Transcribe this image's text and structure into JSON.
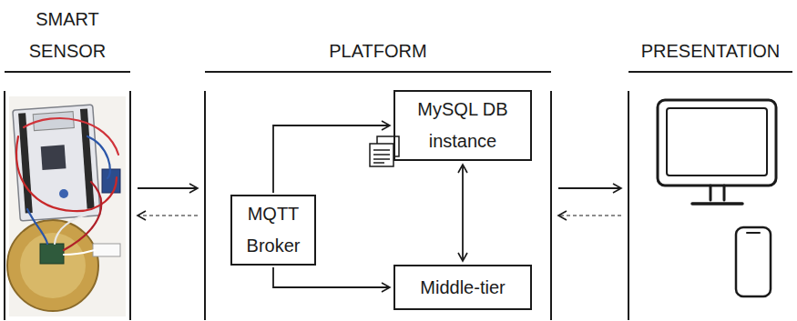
{
  "diagram": {
    "nodes": [
      {
        "text": [
          "SMART SENSOR"
        ]
      },
      {
        "text": [
          "PLATFORM"
        ]
      },
      {
        "text": [
          "MQTT Broker"
        ],
        "in": 1
      },
      {
        "text": [
          "MySQL DB instance"
        ],
        "in": 1
      },
      {
        "text": [
          "Middle-tier"
        ],
        "in": 1
      },
      {
        "text": [
          "PRESENTATION"
        ]
      }
    ],
    "edges": [
      {
        "from": 0,
        "to": 1,
        "arrow": "to"
      },
      {
        "from": 1,
        "to": 0,
        "arrow": "to"
      },
      {
        "from": 2,
        "to": 3,
        "arrow": "to"
      },
      {
        "from": 2,
        "to": 4,
        "arrow": "to"
      },
      {
        "from": 3,
        "to": 4,
        "arrow": "both"
      },
      {
        "from": 1,
        "to": 5,
        "arrow": "to"
      },
      {
        "from": 5,
        "to": 1,
        "arrow": "to"
      }
    ]
  }
}
